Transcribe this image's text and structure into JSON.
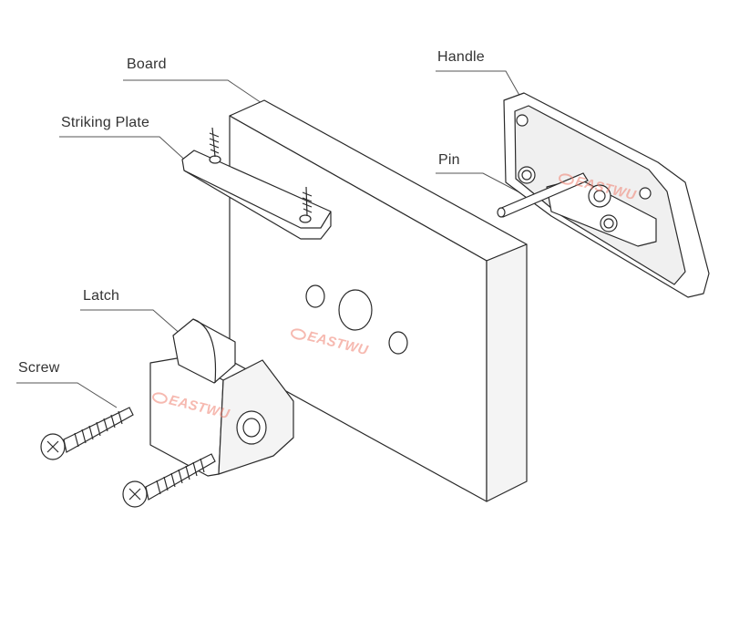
{
  "labels": {
    "board": "Board",
    "striking_plate": "Striking Plate",
    "handle": "Handle",
    "pin": "Pin",
    "latch": "Latch",
    "screw": "Screw"
  },
  "watermark": {
    "text": "EASTWU",
    "color": "#f08070"
  },
  "colors": {
    "line": "#2a2a2a",
    "leader": "#555555",
    "fill": "#ffffff",
    "shade": "#e6e6e6"
  }
}
